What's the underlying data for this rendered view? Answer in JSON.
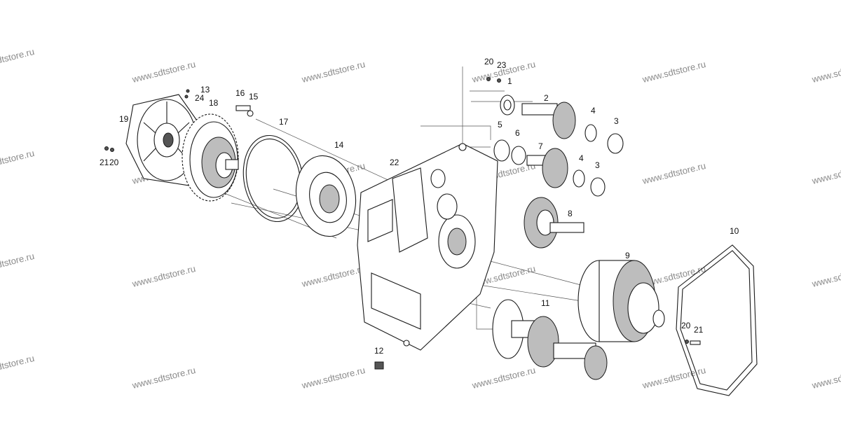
{
  "diagram": {
    "watermark_text": "www.sdtstore.ru",
    "callouts": [
      "1",
      "2",
      "3",
      "3",
      "4",
      "4",
      "5",
      "6",
      "7",
      "8",
      "9",
      "10",
      "11",
      "12",
      "13",
      "14",
      "15",
      "16",
      "17",
      "18",
      "19",
      "20",
      "20",
      "20",
      "21",
      "21",
      "22",
      "23",
      "24"
    ]
  }
}
